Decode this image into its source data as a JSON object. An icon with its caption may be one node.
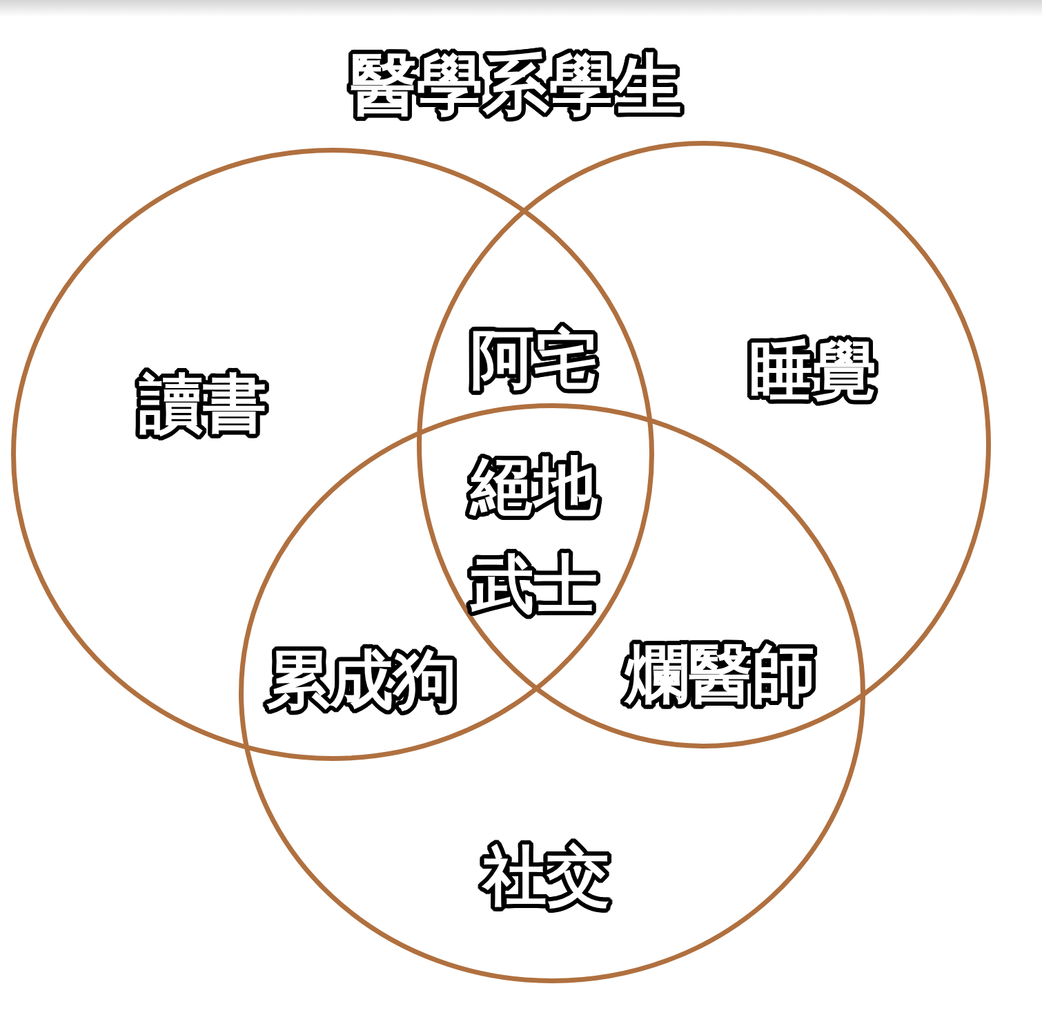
{
  "diagram": {
    "title": "醫學系學生",
    "nodes": [
      {
        "text": [
          "讀書"
        ]
      },
      {
        "text": [
          "睡覺"
        ]
      },
      {
        "text": [
          "社交"
        ]
      }
    ],
    "labels": [
      "阿宅",
      "絕地武士",
      "累成狗",
      "爛醫師"
    ]
  }
}
